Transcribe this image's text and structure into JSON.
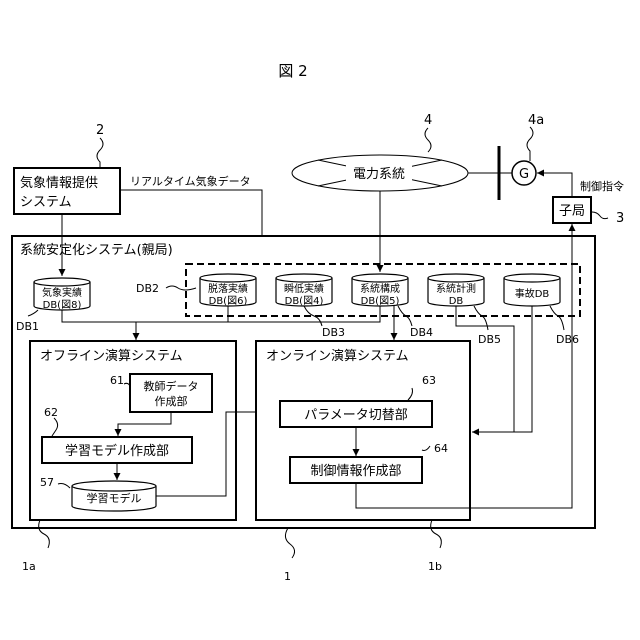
{
  "figure_title": "図 2",
  "weather_provider": {
    "line1": "気象情報提供",
    "line2": "システム",
    "ref": "2"
  },
  "realtime_weather": "リアルタイム気象データ",
  "power_system": {
    "label": "電力系統",
    "ref": "4"
  },
  "generator": {
    "label": "G",
    "ref": "4a"
  },
  "control_command": "制御指令",
  "child_station": {
    "label": "子局",
    "ref": "3"
  },
  "parent_system": {
    "label": "系統安定化システム(親局)",
    "ref": "1"
  },
  "databases": {
    "db1": {
      "line1": "気象実績",
      "line2": "DB(図8)",
      "ref": "DB1"
    },
    "db2_ref": "DB2",
    "db2": {
      "line1": "脱落実績",
      "line2": "DB(図6)"
    },
    "db3": {
      "line1": "瞬低実績",
      "line2": "DB(図4)",
      "ref": "DB3"
    },
    "db4": {
      "line1": "系統構成",
      "line2": "DB(図5)",
      "ref": "DB4"
    },
    "db5": {
      "line1": "系統計測",
      "line2": "DB",
      "ref": "DB5"
    },
    "db6": {
      "line1": "事故DB",
      "ref": "DB6"
    }
  },
  "offline": {
    "title": "オフライン演算システム",
    "ref": "1a",
    "teacher": {
      "line1": "教師データ",
      "line2": "作成部",
      "ref": "61"
    },
    "model_maker": {
      "label": "学習モデル作成部",
      "ref": "62"
    },
    "model": {
      "label": "学習モデル",
      "ref": "57"
    }
  },
  "online": {
    "title": "オンライン演算システム",
    "ref": "1b",
    "param_switch": {
      "label": "パラメータ切替部",
      "ref": "63"
    },
    "control_info": {
      "label": "制御情報作成部",
      "ref": "64"
    }
  },
  "colors": {
    "line": "#000000",
    "background": "#ffffff"
  }
}
